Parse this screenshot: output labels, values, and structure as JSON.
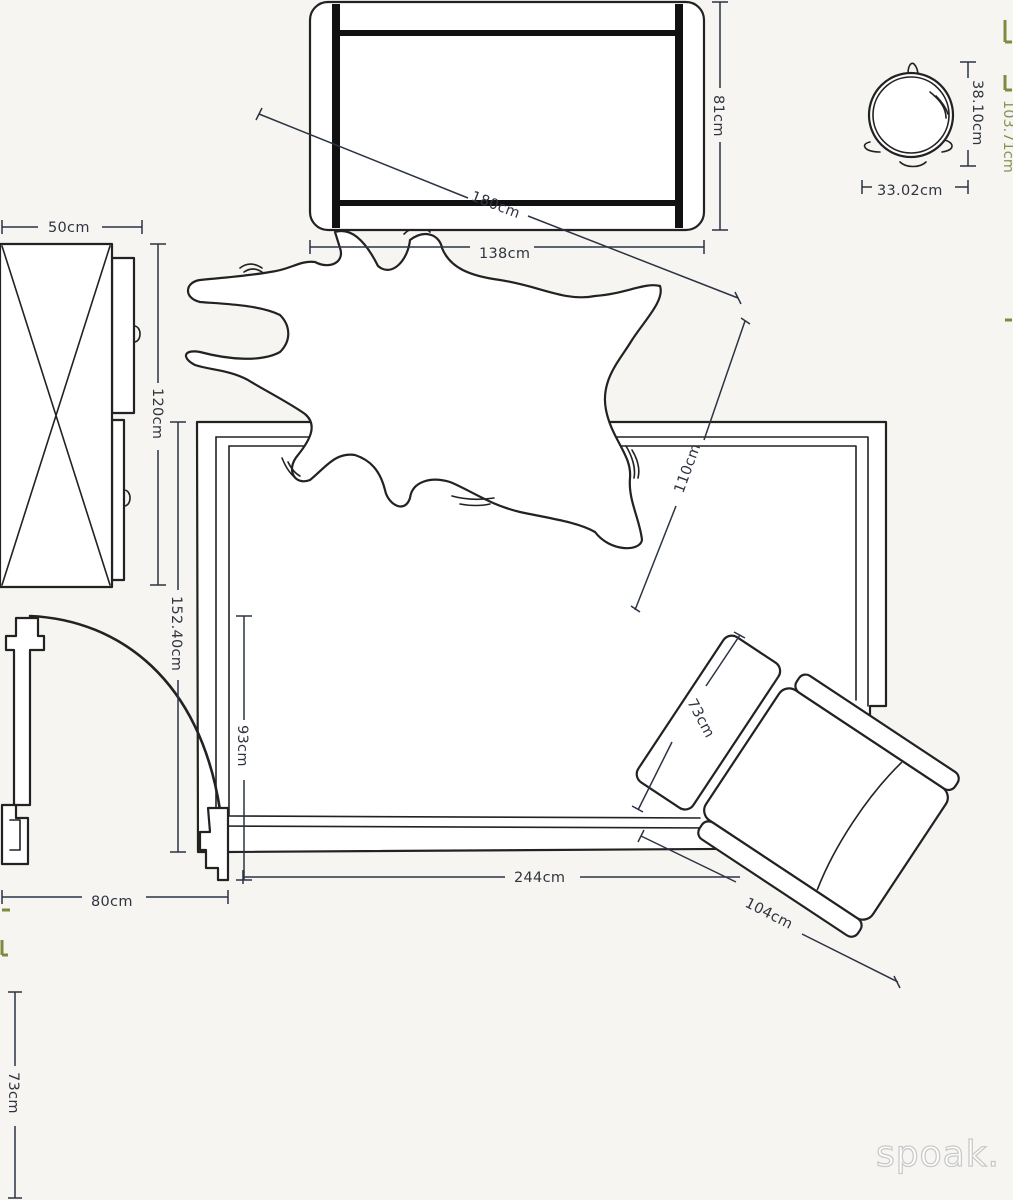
{
  "furniture": {
    "bench": {
      "width_label": "138cm",
      "depth_label": "81cm"
    },
    "stool": {
      "depth_label": "38.10cm",
      "width_label": "33.02cm"
    },
    "cabinet": {
      "width_label": "50cm",
      "length_label": "120cm"
    },
    "cowhide_rug": {
      "length_label": "180cm",
      "width_label": "110cm"
    },
    "area_rug": {
      "width_label": "244cm",
      "depth_label": "152.40cm"
    },
    "door": {
      "width_label": "80cm"
    },
    "armchair": {
      "width_label": "104cm",
      "depth_label": "73cm"
    }
  },
  "walls": {
    "inner_dimension_label": "93cm",
    "lower_left_label": "73cm",
    "right_wall_partial_label": "103.71cm"
  },
  "brand": {
    "logo": "spoak."
  },
  "colors": {
    "background": "#f6f5f1",
    "line": "#222222",
    "dimension": "#2f3440",
    "wall_accent": "#7f8a3e"
  }
}
